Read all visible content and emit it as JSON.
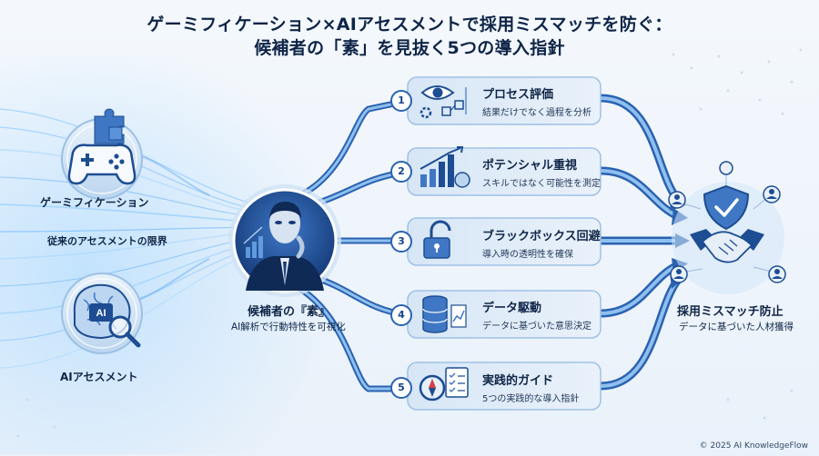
{
  "title": {
    "line1": "ゲーミフィケーション×AIアセスメントで採用ミスマッチを防ぐ：",
    "line2": "候補者の「素」を見抜く5つの導入指針"
  },
  "left": {
    "gamification": "ゲーミフィケーション",
    "limit": "従来のアセスメントの限界",
    "ai_assessment": "AIアセスメント",
    "ai_chip": "AI"
  },
  "center": {
    "title": "候補者の『素』",
    "subtitle": "AI解析で行動特性を可視化"
  },
  "cards": [
    {
      "number": "1",
      "title": "プロセス評価",
      "subtitle": "結果だけでなく過程を分析",
      "icon": "eye-process-icon"
    },
    {
      "number": "2",
      "title": "ポテンシャル重視",
      "subtitle": "スキルではなく可能性を測定",
      "icon": "growth-chart-brain-icon"
    },
    {
      "number": "3",
      "title": "ブラックボックス回避",
      "subtitle": "導入時の透明性を確保",
      "icon": "unlock-icon"
    },
    {
      "number": "4",
      "title": "データ駆動",
      "subtitle": "データに基づいた意思決定",
      "icon": "database-icon"
    },
    {
      "number": "5",
      "title": "実践的ガイド",
      "subtitle": "5つの実践的な導入指針",
      "icon": "compass-checklist-icon"
    }
  ],
  "right": {
    "title": "採用ミスマッチ防止",
    "subtitle": "データに基づいた人材獲得"
  },
  "copyright": "© 2025 AI KnowledgeFlow",
  "colors": {
    "navy": "#0f2547",
    "accent": "#2a62b0",
    "card": "#e1ecf8",
    "card_border": "#9ec1e6",
    "glow": "#4fb4ff"
  }
}
